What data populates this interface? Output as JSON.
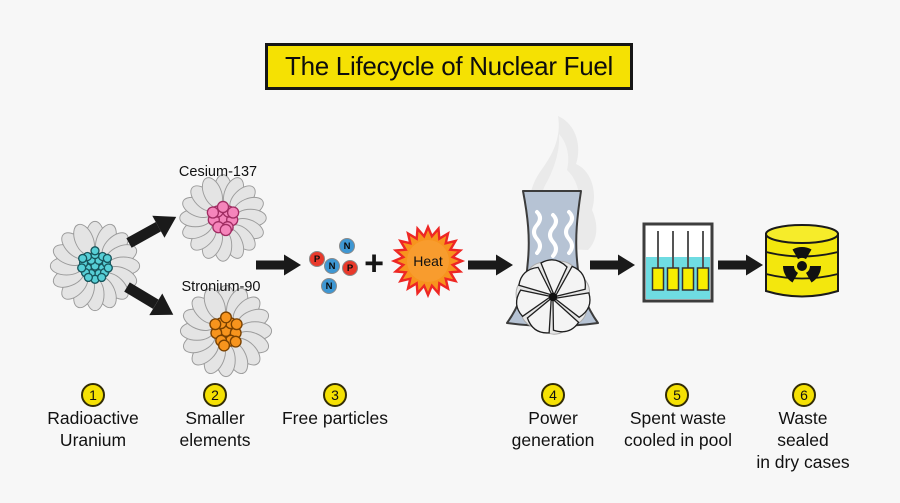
{
  "title": "The Lifecycle of Nuclear Fuel",
  "labels": {
    "cesium": "Cesium-137",
    "strontium": "Stronium-90",
    "heat": "Heat",
    "plus": "+"
  },
  "particles": [
    {
      "letter": "N",
      "type": "neutron"
    },
    {
      "letter": "P",
      "type": "proton"
    },
    {
      "letter": "N",
      "type": "neutron"
    },
    {
      "letter": "P",
      "type": "proton"
    },
    {
      "letter": "N",
      "type": "neutron"
    }
  ],
  "steps": [
    {
      "num": "1",
      "label": "Radioactive\nUranium"
    },
    {
      "num": "2",
      "label": "Smaller\nelements"
    },
    {
      "num": "3",
      "label": "Free particles"
    },
    {
      "num": "4",
      "label": "Power\ngeneration"
    },
    {
      "num": "5",
      "label": "Spent waste\ncooled in pool"
    },
    {
      "num": "6",
      "label": "Waste sealed\nin dry cases"
    }
  ],
  "icons": {
    "radiation": "radiation-trefoil",
    "flow_arrow": "right-arrow",
    "turbine": "fan-blades"
  },
  "colors": {
    "background": "#f7f7f7",
    "title_bg": "#f5e103",
    "uranium_core": "#57cfd6",
    "cesium_core": "#f585bb",
    "strontium_core": "#f7941d",
    "proton": "#e8392b",
    "neutron": "#3e97d3",
    "heat_fill": "#f7941e",
    "heat_edge": "#ee2724",
    "tower_body": "#b6c3d4",
    "pool_water": "#6fdce2",
    "fuel_rod": "#f8ee00",
    "barrel": "#f3e70d",
    "arrow": "#1a1a1a"
  }
}
